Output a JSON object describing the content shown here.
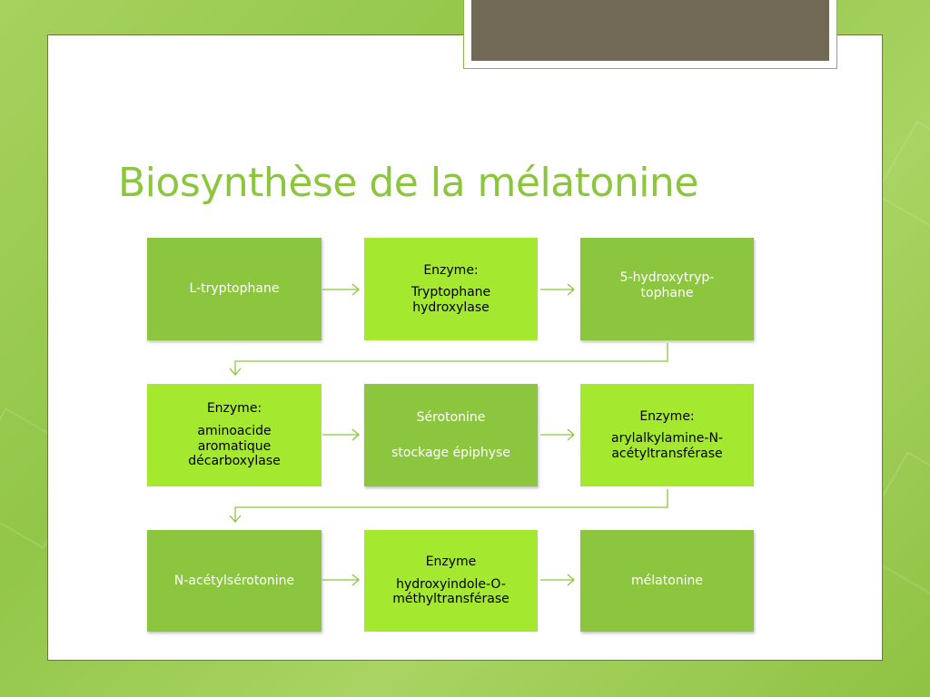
{
  "slide": {
    "title": "Biosynthèse de la mélatonine"
  },
  "colors": {
    "accent": "#8cc63f",
    "light_box": "#a4e830",
    "tab": "#716855"
  },
  "diagram": {
    "row1": {
      "box1": {
        "line1": "L-tryptophane"
      },
      "box2": {
        "line1": "Enzyme:",
        "line2": "Tryptophane",
        "line3": "hydroxylase"
      },
      "box3": {
        "line1": "5-hydroxytryp-",
        "line2": "tophane"
      }
    },
    "row2": {
      "box1": {
        "line1": "Enzyme:",
        "line2": "aminoacide",
        "line3": "aromatique",
        "line4": "décarboxylase"
      },
      "box2": {
        "line1": "Sérotonine",
        "line2": "stockage épiphyse"
      },
      "box3": {
        "line1": "Enzyme:",
        "line2": "arylalkylamine-N-",
        "line3": "acétyltransférase"
      }
    },
    "row3": {
      "box1": {
        "line1": "N-acétylsérotonine"
      },
      "box2": {
        "line1": "Enzyme",
        "line2": "hydroxyindole-O-",
        "line3": "méthyltransférase"
      },
      "box3": {
        "line1": "mélatonine"
      }
    }
  }
}
